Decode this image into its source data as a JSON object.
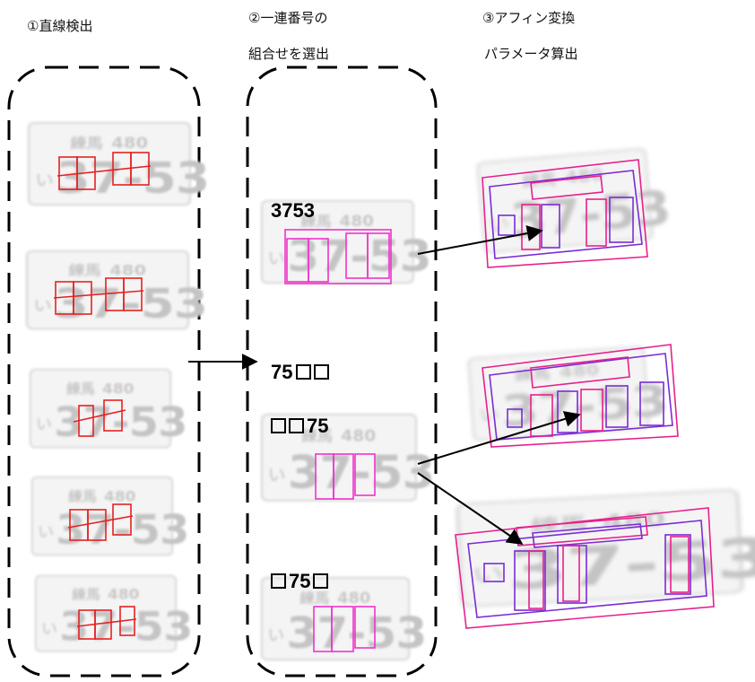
{
  "steps": [
    {
      "label": "①直線検出"
    },
    {
      "label_line1": "②一連番号の",
      "label_line2": "組合せを選出"
    },
    {
      "label_line1": "③アフィン変換",
      "label_line2": "パラメータ算出"
    }
  ],
  "candidates": [
    {
      "parts": [
        "3753"
      ]
    },
    {
      "parts": [
        "75",
        "□",
        "□"
      ]
    },
    {
      "parts": [
        "□",
        "□",
        "75"
      ]
    },
    {
      "parts": [
        "□",
        "75",
        "□"
      ]
    }
  ],
  "plate_text": {
    "region": "練馬",
    "class": "480",
    "kana": "い",
    "number": "37-53"
  },
  "colors": {
    "detect_box": "#e52222",
    "candidate_box": "#ee33cc",
    "affine_outer": "#e8208c",
    "affine_inner": "#7a2cd6"
  }
}
